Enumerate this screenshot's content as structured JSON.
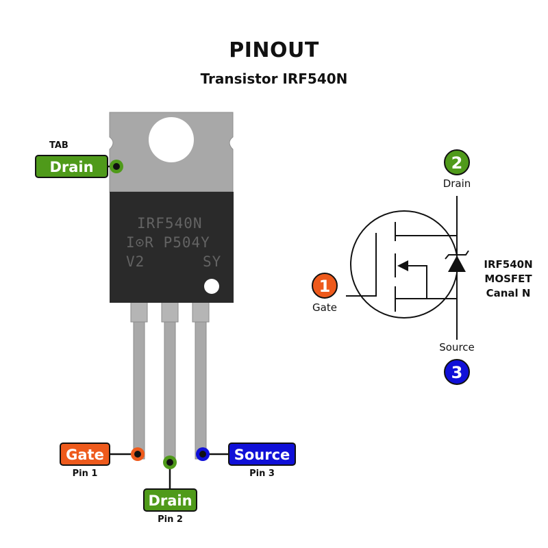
{
  "header": {
    "title": "PINOUT",
    "subtitle": "Transistor IRF540N"
  },
  "colors": {
    "gate": "#ee5a1c",
    "drain": "#4f9a1a",
    "source": "#1010d8",
    "outline": "#111111",
    "tab_metal": "#a8a8a8",
    "body_plastic": "#2a2a2a",
    "lead_metal": "#a9a9a9"
  },
  "package": {
    "markings": [
      "IRF540N",
      "I⊙R P504Y",
      "V2",
      "SY"
    ],
    "tab": {
      "caption": "TAB",
      "label": "Drain"
    },
    "pins": [
      {
        "number": 1,
        "label": "Gate",
        "caption": "Pin 1",
        "color_key": "gate"
      },
      {
        "number": 2,
        "label": "Drain",
        "caption": "Pin 2",
        "color_key": "drain"
      },
      {
        "number": 3,
        "label": "Source",
        "caption": "Pin 3",
        "color_key": "source"
      }
    ]
  },
  "symbol": {
    "gate": {
      "number": "1",
      "label": "Gate"
    },
    "drain": {
      "number": "2",
      "label": "Drain"
    },
    "source": {
      "number": "3",
      "label": "Source"
    },
    "description": [
      "IRF540N",
      "MOSFET",
      "Canal N"
    ]
  }
}
